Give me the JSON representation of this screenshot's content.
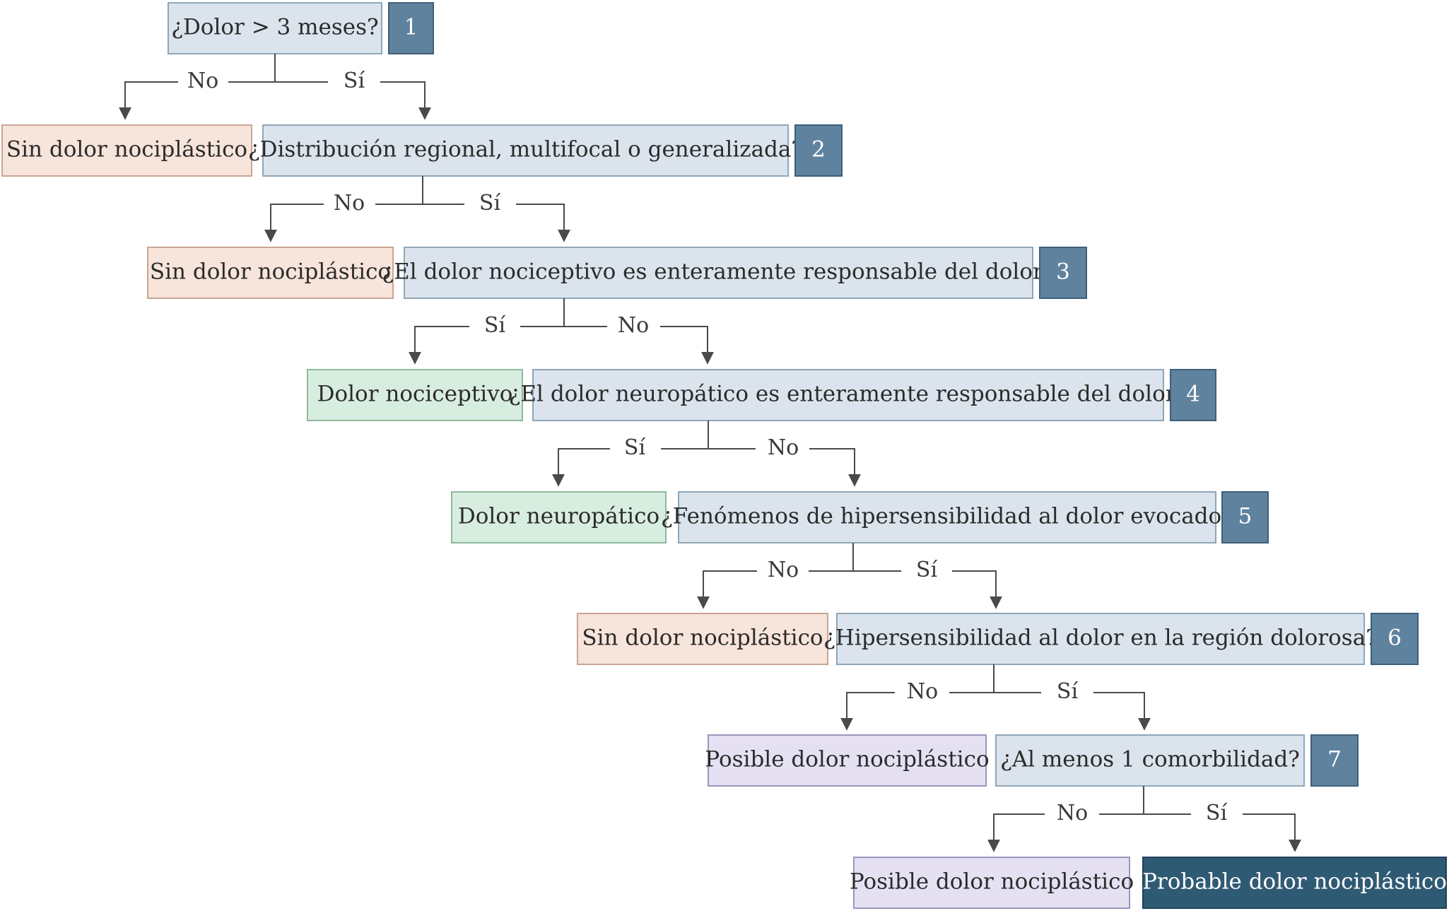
{
  "colors": {
    "question_fill": "#dbe4ec",
    "question_stroke": "#8fa6b8",
    "number_fill": "#5f829f",
    "number_stroke": "#3e5f79",
    "negative_fill": "#f7e4da",
    "negative_stroke": "#c9a592",
    "nociceptive_fill": "#d7eddf",
    "nociceptive_stroke": "#8fb99c",
    "possible_fill": "#e5e1f3",
    "possible_stroke": "#9d95be",
    "probable_fill": "#2f5a74",
    "probable_stroke": "#1f4259",
    "text_dark": "#2b2b2b",
    "text_light": "#ffffff",
    "connector": "#4a4a4a"
  },
  "steps": [
    {
      "number": "1",
      "question": "¿Dolor > 3 meses?",
      "left_label": "No",
      "right_label": "Sí",
      "left_outcome": "Sin dolor nociplástico",
      "left_outcome_kind": "negative"
    },
    {
      "number": "2",
      "question": "¿Distribución regional, multifocal o generalizada?",
      "left_label": "No",
      "right_label": "Sí",
      "left_outcome": "Sin dolor nociplástico",
      "left_outcome_kind": "negative"
    },
    {
      "number": "3",
      "question": "¿El dolor nociceptivo es enteramente responsable del dolor?",
      "left_label": "Sí",
      "right_label": "No",
      "left_outcome": "Dolor nociceptivo",
      "left_outcome_kind": "nociceptive"
    },
    {
      "number": "4",
      "question": "¿El dolor neuropático es enteramente responsable del dolor?",
      "left_label": "Sí",
      "right_label": "No",
      "left_outcome": "Dolor neuropático",
      "left_outcome_kind": "nociceptive"
    },
    {
      "number": "5",
      "question": "¿Fenómenos de hipersensibilidad al dolor evocado?",
      "left_label": "No",
      "right_label": "Sí",
      "left_outcome": "Sin dolor nociplástico",
      "left_outcome_kind": "negative"
    },
    {
      "number": "6",
      "question": "¿Hipersensibilidad al dolor en la región dolorosa?",
      "left_label": "No",
      "right_label": "Sí",
      "left_outcome": "Posible dolor nociplástico",
      "left_outcome_kind": "possible"
    },
    {
      "number": "7",
      "question": "¿Al menos 1 comorbilidad?",
      "left_label": "No",
      "right_label": "Sí",
      "left_outcome": "Posible dolor nociplástico",
      "left_outcome_kind": "possible"
    }
  ],
  "final_outcome": {
    "text": "Probable dolor nociplástico",
    "kind": "probable"
  }
}
